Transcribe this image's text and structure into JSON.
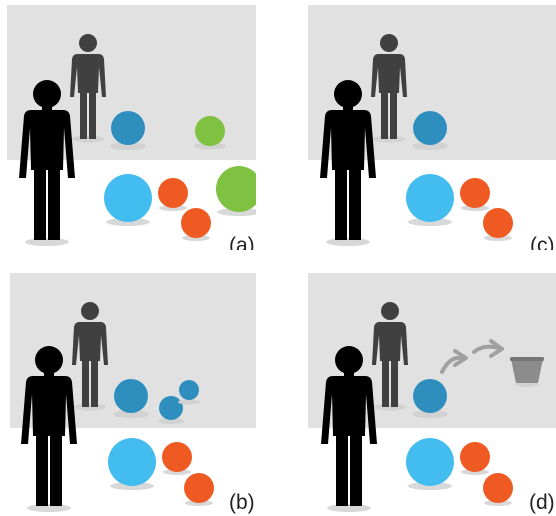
{
  "panels": {
    "a": {
      "label": "(a)"
    },
    "b": {
      "label": "(b)"
    },
    "c": {
      "label": "(c)"
    },
    "d": {
      "label": "(d)"
    }
  },
  "colors": {
    "backdrop": "#e1e1e1",
    "figure_front": "#000000",
    "figure_back": "#404040",
    "ball_blue_light": "#43bdf0",
    "ball_blue_dark": "#2e8fbf",
    "ball_orange": "#ef5a22",
    "ball_green": "#7fc241",
    "arrow_gray": "#a0a0a0",
    "bucket_gray": "#8c8c8c",
    "shadow": "#d8d8d8"
  }
}
